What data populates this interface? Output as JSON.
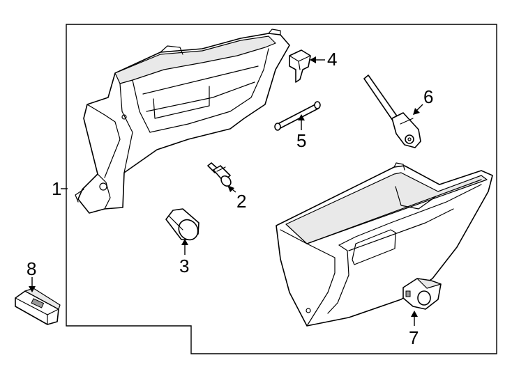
{
  "callouts": {
    "c1": "1",
    "c2": "2",
    "c3": "3",
    "c4": "4",
    "c5": "5",
    "c6": "6",
    "c7": "7",
    "c8": "8"
  },
  "parts": [
    {
      "callout": "1",
      "icon": "glove-box-housing-icon"
    },
    {
      "callout": "2",
      "icon": "bumper-stop-icon"
    },
    {
      "callout": "3",
      "icon": "damper-cap-icon"
    },
    {
      "callout": "4",
      "icon": "latch-striker-icon"
    },
    {
      "callout": "5",
      "icon": "hinge-pin-icon"
    },
    {
      "callout": "6",
      "icon": "damper-arm-icon"
    },
    {
      "callout": "7",
      "icon": "lock-cylinder-icon"
    },
    {
      "callout": "8",
      "icon": "lamp-switch-icon"
    }
  ]
}
